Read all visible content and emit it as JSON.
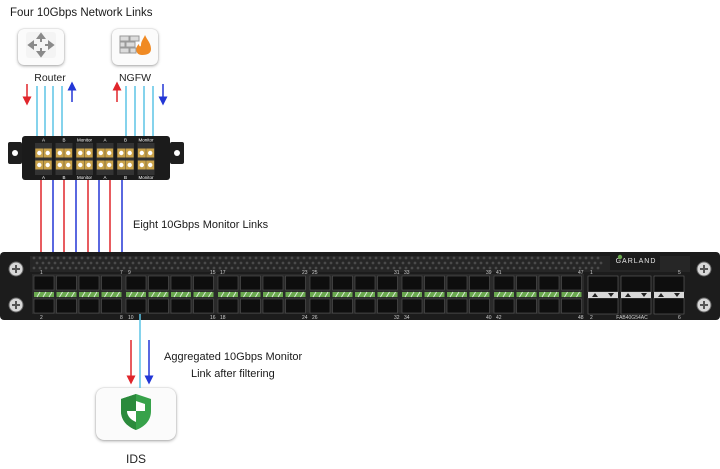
{
  "title": "Four 10Gbps Network Links",
  "devices": {
    "router": {
      "label": "Router",
      "icon": "router-icon"
    },
    "ngfw": {
      "label": "NGFW",
      "icon": "firewall-icon"
    },
    "ids": {
      "label": "IDS",
      "icon": "shield-icon"
    }
  },
  "tap": {
    "top_labels": [
      "A",
      "B",
      "Monitor",
      "A",
      "B",
      "Monitor"
    ],
    "bottom_labels": [
      "A",
      "B",
      "Monitor",
      "A",
      "B",
      "Monitor"
    ]
  },
  "monitor_links_label": "Eight 10Gbps Monitor Links",
  "switch": {
    "brand": "GARLAND",
    "model": "FAB40G54AC",
    "top_port_numbers": [
      "1",
      "7",
      "9",
      "15",
      "17",
      "23",
      "25",
      "31",
      "33",
      "39",
      "41",
      "47",
      "1",
      "5"
    ],
    "bottom_port_numbers": [
      "2",
      "8",
      "10",
      "16",
      "18",
      "24",
      "26",
      "32",
      "34",
      "40",
      "42",
      "48",
      "2",
      "6"
    ]
  },
  "aggregated_label_line1": "Aggregated 10Gbps Monitor",
  "aggregated_label_line2": "Link after filtering",
  "colors": {
    "red": "#e0252b",
    "blue": "#2236d6",
    "cyan": "#5cc4e6",
    "port_green": "#6aa84f",
    "chassis": "#1e1e1e",
    "firewall_orange": "#f08a24",
    "shield_green": "#37a24a"
  }
}
